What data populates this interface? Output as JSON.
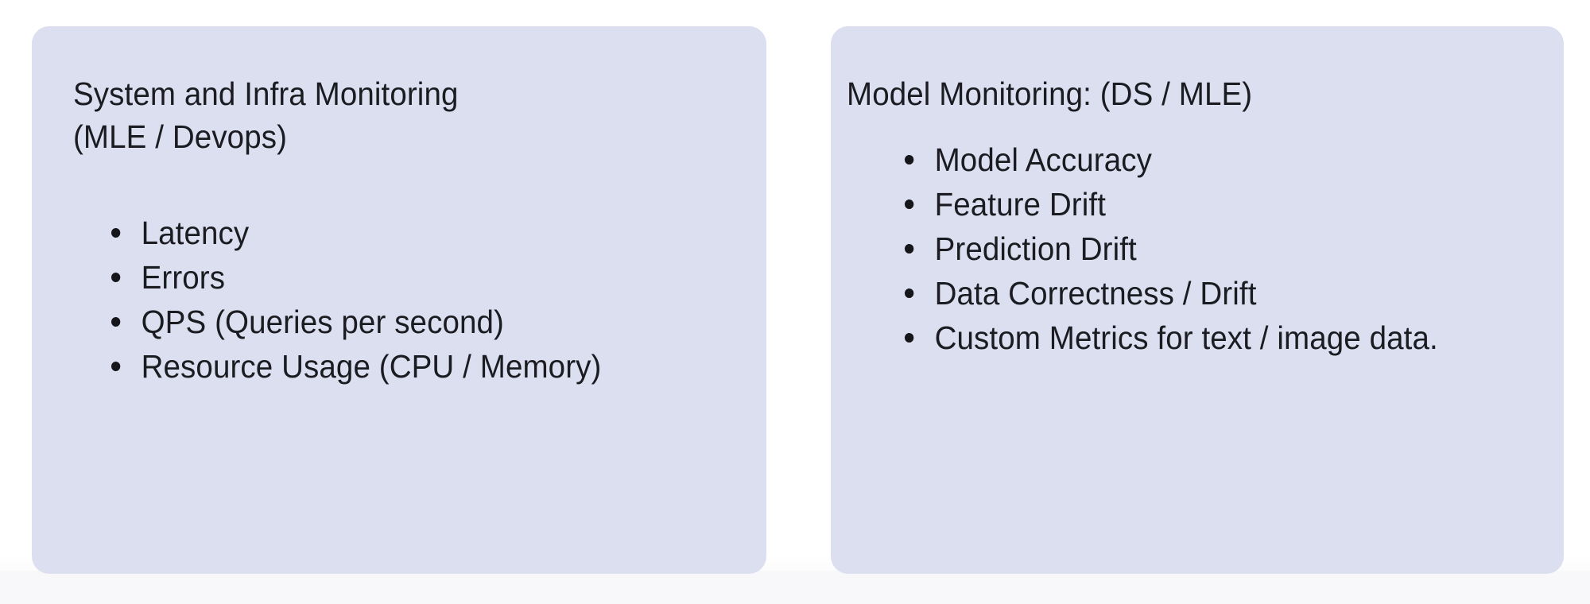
{
  "page": {
    "background_color": "#fafafc",
    "card_color": "#dcdff0",
    "text_color": "#1b1c21",
    "bullet_color": "#15161a"
  },
  "cards": [
    {
      "id": "system-infra-monitoring",
      "title": "System and Infra Monitoring\n(MLE / Devops)",
      "bullets": [
        "Latency",
        "Errors",
        "QPS (Queries per second)",
        "Resource Usage (CPU / Memory)"
      ]
    },
    {
      "id": "model-monitoring",
      "title": "Model Monitoring: (DS / MLE)",
      "bullets": [
        "Model Accuracy",
        "Feature Drift",
        "Prediction Drift",
        "Data Correctness / Drift",
        "Custom Metrics for text / image data."
      ]
    }
  ]
}
